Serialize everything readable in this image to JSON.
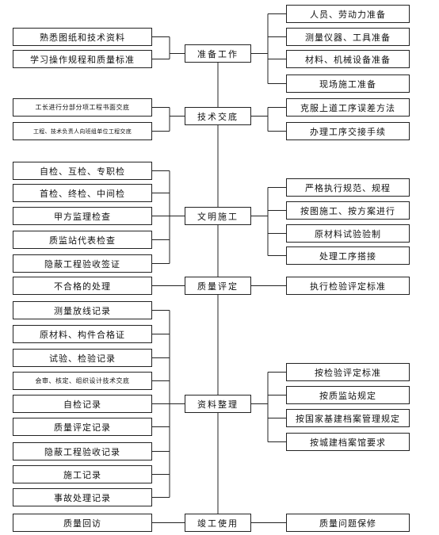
{
  "center": [
    {
      "id": "prep",
      "label": "准备工作"
    },
    {
      "id": "tech",
      "label": "技术交底"
    },
    {
      "id": "civil",
      "label": "文明施工"
    },
    {
      "id": "eval",
      "label": "质量评定"
    },
    {
      "id": "docs",
      "label": "资料整理"
    },
    {
      "id": "handover",
      "label": "竣工使用"
    }
  ],
  "left": [
    {
      "group": "prep",
      "label": "熟悉图纸和技术资料"
    },
    {
      "group": "prep",
      "label": "学习操作规程和质量标准"
    },
    {
      "group": "tech",
      "label": "工长进行分部分项工程书面交底"
    },
    {
      "group": "tech",
      "label": "工程、技术负责人向班组单位工程交底"
    },
    {
      "group": "civil",
      "label": "自检、互检、专职检"
    },
    {
      "group": "civil",
      "label": "首检、终检、中间检"
    },
    {
      "group": "civil",
      "label": "甲方监理检查"
    },
    {
      "group": "civil",
      "label": "质监站代表检查"
    },
    {
      "group": "civil",
      "label": "隐蔽工程验收签证"
    },
    {
      "group": "eval",
      "label": "不合格的处理"
    },
    {
      "group": "docs",
      "label": "测量放线记录"
    },
    {
      "group": "docs",
      "label": "原材料、构件合格证"
    },
    {
      "group": "docs",
      "label": "试验、检验记录"
    },
    {
      "group": "docs",
      "label": "会审、核定、组织设计技术交底"
    },
    {
      "group": "docs",
      "label": "自检记录"
    },
    {
      "group": "docs",
      "label": "质量评定记录"
    },
    {
      "group": "docs",
      "label": "隐蔽工程验收记录"
    },
    {
      "group": "docs",
      "label": "施工记录"
    },
    {
      "group": "docs",
      "label": "事故处理记录"
    },
    {
      "group": "handover",
      "label": "质量回访"
    }
  ],
  "right": [
    {
      "group": "prep",
      "label": "人员、劳动力准备"
    },
    {
      "group": "prep",
      "label": "测量仪器、工具准备"
    },
    {
      "group": "prep",
      "label": "材料、机械设备准备"
    },
    {
      "group": "prep",
      "label": "现场施工准备"
    },
    {
      "group": "tech",
      "label": "克服上道工序误差方法"
    },
    {
      "group": "tech",
      "label": "办理工序交接手续"
    },
    {
      "group": "civil",
      "label": "严格执行规范、规程"
    },
    {
      "group": "civil",
      "label": "按图施工、按方案进行"
    },
    {
      "group": "civil",
      "label": "原材料试验验制"
    },
    {
      "group": "civil",
      "label": "处理工序搭接"
    },
    {
      "group": "eval",
      "label": "执行检验评定标准"
    },
    {
      "group": "docs",
      "label": "按检验评定标准"
    },
    {
      "group": "docs",
      "label": "按质监站规定"
    },
    {
      "group": "docs",
      "label": "按国家基建档案管理规定"
    },
    {
      "group": "docs",
      "label": "按城建档案馆要求"
    },
    {
      "group": "handover",
      "label": "质量问题保修"
    }
  ]
}
